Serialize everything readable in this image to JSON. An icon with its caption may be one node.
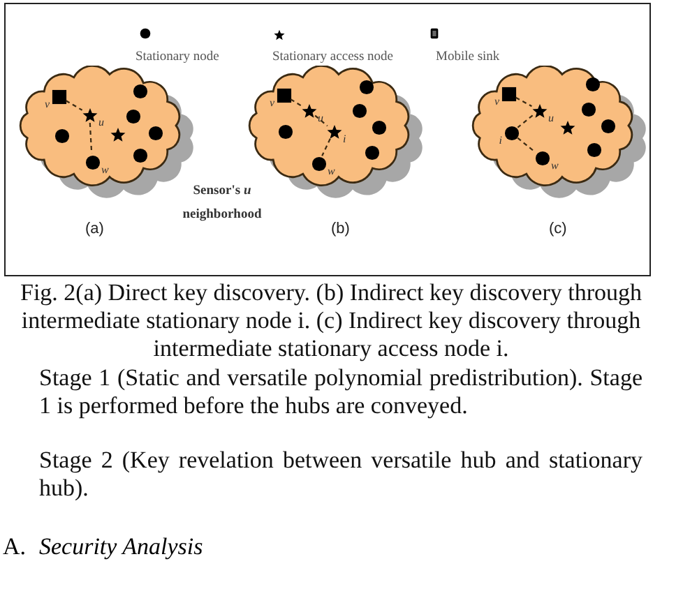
{
  "diagram": {
    "caption": "Fig. 2(a) Direct key discovery. (b) Indirect key discovery through intermediate stationary node i. (c) Indirect key discovery through intermediate stationary access node i.",
    "nodes": [
      {
        "text": [],
        "shape": "cloud"
      },
      {
        "text": [
          "v"
        ],
        "in": 0
      },
      {
        "text": [
          "u"
        ],
        "in": 0
      },
      {
        "text": [],
        "shape": "star",
        "in": 0
      },
      {
        "text": [],
        "shape": "circle",
        "in": 0
      },
      {
        "text": [
          "w"
        ],
        "in": 0
      },
      {
        "text": [],
        "shape": "circle",
        "in": 0
      },
      {
        "text": [],
        "shape": "circle",
        "in": 0
      },
      {
        "text": [],
        "shape": "circle",
        "in": 0
      },
      {
        "text": [],
        "shape": "circle",
        "in": 0
      },
      {
        "text": [],
        "shape": "cloud"
      },
      {
        "text": [
          "v"
        ],
        "in": 10
      },
      {
        "text": [
          "u"
        ],
        "in": 10
      },
      {
        "text": [
          "i"
        ],
        "in": 10
      },
      {
        "text": [],
        "shape": "circle",
        "in": 10
      },
      {
        "text": [
          "w"
        ],
        "in": 10
      },
      {
        "text": [],
        "shape": "circle",
        "in": 10
      },
      {
        "text": [],
        "shape": "circle",
        "in": 10
      },
      {
        "text": [],
        "shape": "circle",
        "in": 10
      },
      {
        "text": [],
        "shape": "circle",
        "in": 10
      },
      {
        "text": [],
        "shape": "cloud"
      },
      {
        "text": [
          "v"
        ],
        "in": 20
      },
      {
        "text": [
          "u"
        ],
        "in": 20
      },
      {
        "text": [],
        "shape": "star",
        "in": 20
      },
      {
        "text": [
          "i"
        ],
        "in": 20
      },
      {
        "text": [
          "w"
        ],
        "in": 20
      },
      {
        "text": [],
        "shape": "circle",
        "in": 20
      },
      {
        "text": [],
        "shape": "circle",
        "in": 20
      },
      {
        "text": [],
        "shape": "circle",
        "in": 20
      },
      {
        "text": [],
        "shape": "circle",
        "in": 20
      }
    ],
    "edges": [
      {
        "from": 1,
        "to": 2,
        "arrow": "none",
        "style": "dashed"
      },
      {
        "from": 2,
        "to": 5,
        "arrow": "none",
        "style": "dashed"
      },
      {
        "from": 11,
        "to": 12,
        "arrow": "none",
        "style": "dashed"
      },
      {
        "from": 12,
        "to": 13,
        "arrow": "none",
        "style": "dashed"
      },
      {
        "from": 13,
        "to": 15,
        "arrow": "none",
        "style": "dashed"
      },
      {
        "from": 21,
        "to": 22,
        "arrow": "none",
        "style": "dashed"
      },
      {
        "from": 22,
        "to": 24,
        "arrow": "none",
        "style": "dashed"
      },
      {
        "from": 24,
        "to": 25,
        "arrow": "none",
        "style": "dashed"
      }
    ],
    "labels": [
      "Sensor's *u* neighborhood",
      "(a)",
      "(b)",
      "(c)",
      "Stage 1 (Static and versatile polynomial predistribution). Stage 1 is performed before the hubs are conveyed.",
      "Stage 2 (Key revelation between versatile hub and stationary hub).",
      "A.",
      "Security Analysis"
    ],
    "legend": [
      {
        "text": "Stationary node"
      },
      {
        "text": "Stationary access node"
      },
      {
        "text": "Mobile sink"
      }
    ]
  }
}
